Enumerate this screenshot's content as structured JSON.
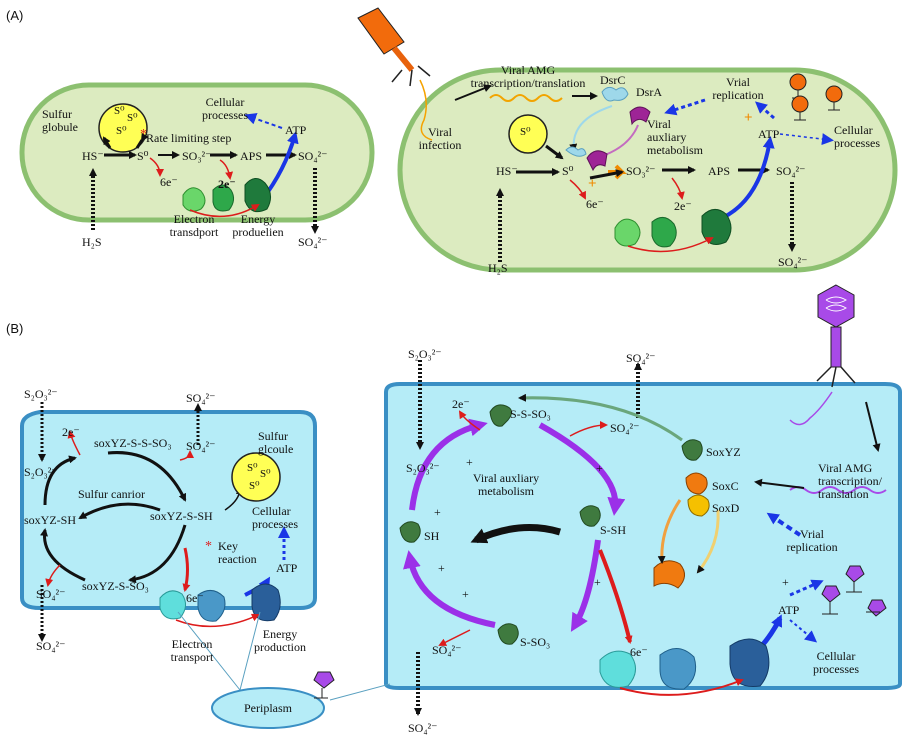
{
  "panelA": {
    "label": "(A)",
    "left": {
      "sulfur_globule": "Sulfur\nglobule",
      "s0_a": "S⁰",
      "s0_b": "S⁰",
      "s0_c": "S⁰",
      "cellular_processes": "Cellular\nprocesses",
      "rate_limiting": "Rate limiting step",
      "atp": "ATP",
      "hs": "HS⁻",
      "s0": "S⁰",
      "so3": "SO₃²⁻",
      "aps": "APS",
      "so4": "SO₄²⁻",
      "e6": "6e⁻",
      "e2": "2e⁻",
      "electron_transport": "Electron\ntransdport",
      "energy_production": "Energy\nproduelien",
      "h2s": "H₂S",
      "so4_out": "SO₄²⁻"
    },
    "right": {
      "viral_amg": "Viral AMG\ntranscription/translation",
      "dsrc": "DsrC",
      "dsra": "DsrA",
      "replication": "Vrial\nreplication",
      "viral_infection": "Viral\ninfection",
      "viral_aux": "Viral\nauxliary\nmetabolism",
      "s0_ball": "S⁰",
      "atp": "ATP",
      "cellular_processes": "Cellular\nprocesses",
      "hs": "HS⁻",
      "s0": "S⁰",
      "so3": "SO₃²⁻",
      "aps": "APS",
      "so4": "SO₄²⁻",
      "e6": "6e⁻",
      "e2": "2e⁻",
      "h2s": "H₂S",
      "so4_out": "SO₄²⁻"
    }
  },
  "panelB": {
    "label": "(B)",
    "left": {
      "s2o3_top": "S₂O₃²⁻",
      "so4_top": "SO₄²⁻",
      "e2": "2e⁻",
      "soxyz_s_s_so3": "soxYZ-S-S-SO₃",
      "so4_mid": "SO₄²⁻",
      "sulfur_globule": "Sulfur\nglcoule",
      "s2o3_in": "S₂O₃²⁻",
      "sulfur_carrier": "Sulfur canrior",
      "soxyz_sh_right": "soxYZ-S-SH",
      "soxyz_sh_left": "soxYZ-SH",
      "cellular_processes": "Cellular\nprocesses",
      "key_reaction": "Key\nreaction",
      "atp": "ATP",
      "so4_low": "SO₄²⁻",
      "soxyz_s_so3": "soxYZ-S-SO₃",
      "e6": "6e⁻",
      "so4_out": "SO₄²⁻",
      "electron_transport": "Electron\ntransport",
      "energy_production": "Energy\nproduction",
      "s0_a": "S⁰",
      "s0_b": "S⁰",
      "s0_c": "S⁰"
    },
    "right": {
      "s2o3_top": "S₂O₃²⁻",
      "so4_top": "SO₄²⁻",
      "e2": "2e⁻",
      "s_s_so3": "S-S-SO₃",
      "so4_inner": "SO₄²⁻",
      "soxyz": "SoxYZ",
      "viral_amg": "Viral AMG\ntranscription/\ntranslation",
      "s2o3_in": "S₂O₃²⁻",
      "viral_aux": "Viral auxliary\nmetabolism",
      "soxc": "SoxC",
      "soxd": "SoxD",
      "sh": "SH",
      "s_sh": "S-SH",
      "replication": "Vrial\nreplication",
      "atp": "ATP",
      "cellular_processes": "Cellular\nprocesses",
      "so4_low": "SO₄²⁻",
      "s_so3": "S-SO₃",
      "e6": "6e⁻",
      "so4_out": "SO₄²⁻",
      "plus": "+"
    },
    "periplasm": "Periplasm"
  },
  "colors": {
    "cell_green": "#dcebc0",
    "cell_green_border": "#8cc070",
    "cell_blue": "#b5ecf7",
    "cell_blue_border": "#3a8fc4",
    "arrow_purple": "#9b30e8",
    "arrow_blue": "#1a36e6",
    "arrow_red": "#dd1c1c",
    "sulfur_yellow": "#ffff55"
  }
}
